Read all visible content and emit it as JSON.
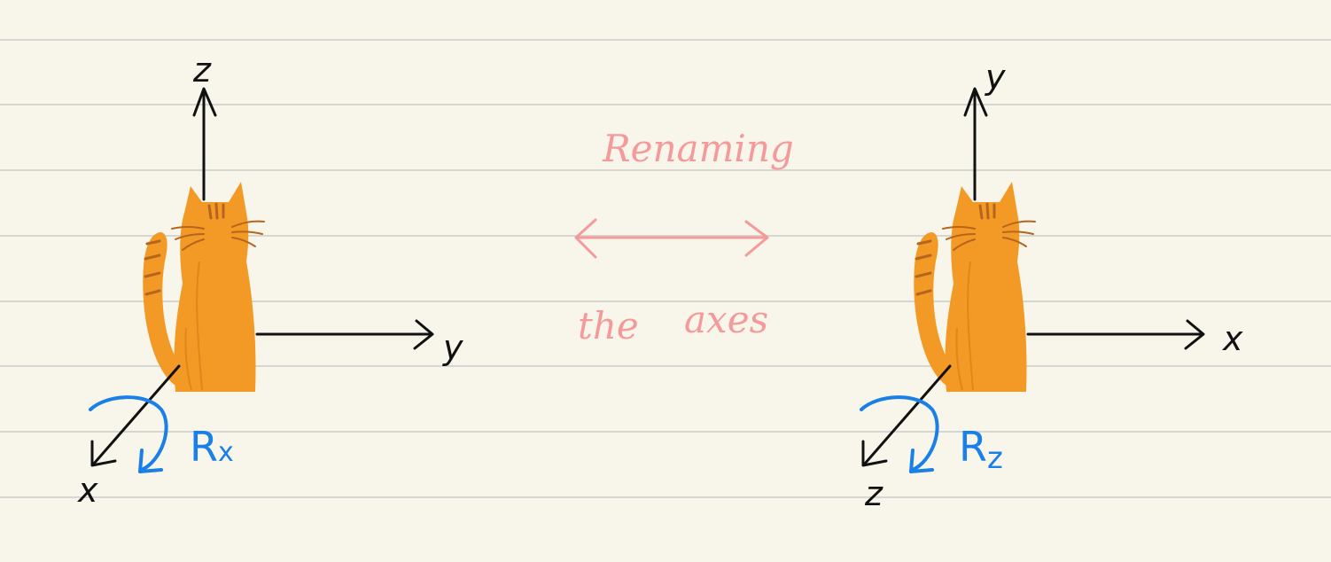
{
  "colors": {
    "paper": "#f8f6ea",
    "rule_line": "#d6d6d3",
    "ink": "#111111",
    "cat": "#f39a26",
    "stripe": "#b5651d",
    "rotation": "#1a7fe6",
    "note": "#f59a9a"
  },
  "left_diagram": {
    "axis_up": "z",
    "axis_right": "y",
    "axis_diag": "x",
    "rotation_label": "R",
    "rotation_sub": "x"
  },
  "middle": {
    "top_text": "Renaming",
    "bottom_text_1": "the",
    "bottom_text_2": "axes",
    "arrow_icon": "double-headed-arrow-icon"
  },
  "right_diagram": {
    "axis_up": "y",
    "axis_right": "x",
    "axis_diag": "z",
    "rotation_label": "R",
    "rotation_sub": "z"
  }
}
